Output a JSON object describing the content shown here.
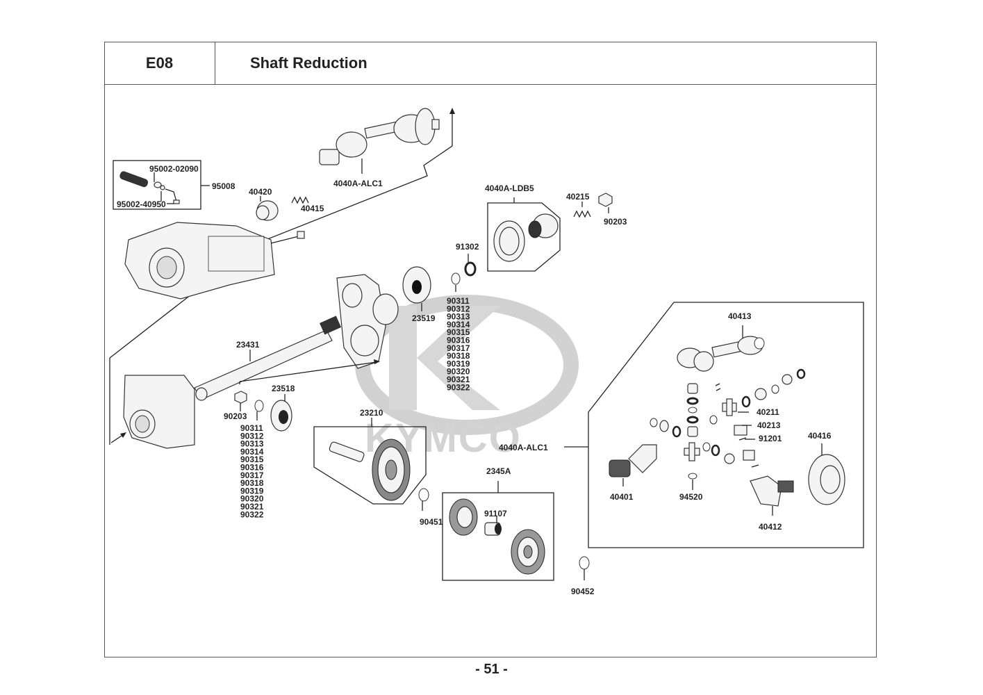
{
  "header": {
    "section_code": "E08",
    "title": "Shaft Reduction"
  },
  "footer": {
    "page_number": "- 51 -"
  },
  "watermark": {
    "brand": "KYMCO",
    "color": "#c8c8c8"
  },
  "labels": {
    "p95002_02090": "95002-02090",
    "p95002_40950": "95002-40950",
    "p95008": "95008",
    "p40420": "40420",
    "p40415": "40415",
    "p4040A_ALC1_top": "4040A-ALC1",
    "p4040A_LDB5": "4040A-LDB5",
    "p40215": "40215",
    "p90203_top": "90203",
    "p91302": "91302",
    "p23519": "23519",
    "p23431": "23431",
    "p90203_mid": "90203",
    "p23518": "23518",
    "p23210": "23210",
    "p90451": "90451",
    "p2345A": "2345A",
    "p91107": "91107",
    "p90452": "90452",
    "p4040A_ALC1_mid": "4040A-ALC1",
    "p40413": "40413",
    "p40211": "40211",
    "p40213": "40213",
    "p91201": "91201",
    "p40416": "40416",
    "p40401": "40401",
    "p94520": "94520",
    "p40412": "40412"
  },
  "shim_list_right": [
    "90311",
    "90312",
    "90313",
    "90314",
    "90315",
    "90316",
    "90317",
    "90318",
    "90319",
    "90320",
    "90321",
    "90322"
  ],
  "shim_list_left": [
    "90311",
    "90312",
    "90313",
    "90314",
    "90315",
    "90316",
    "90317",
    "90318",
    "90319",
    "90320",
    "90321",
    "90322"
  ]
}
